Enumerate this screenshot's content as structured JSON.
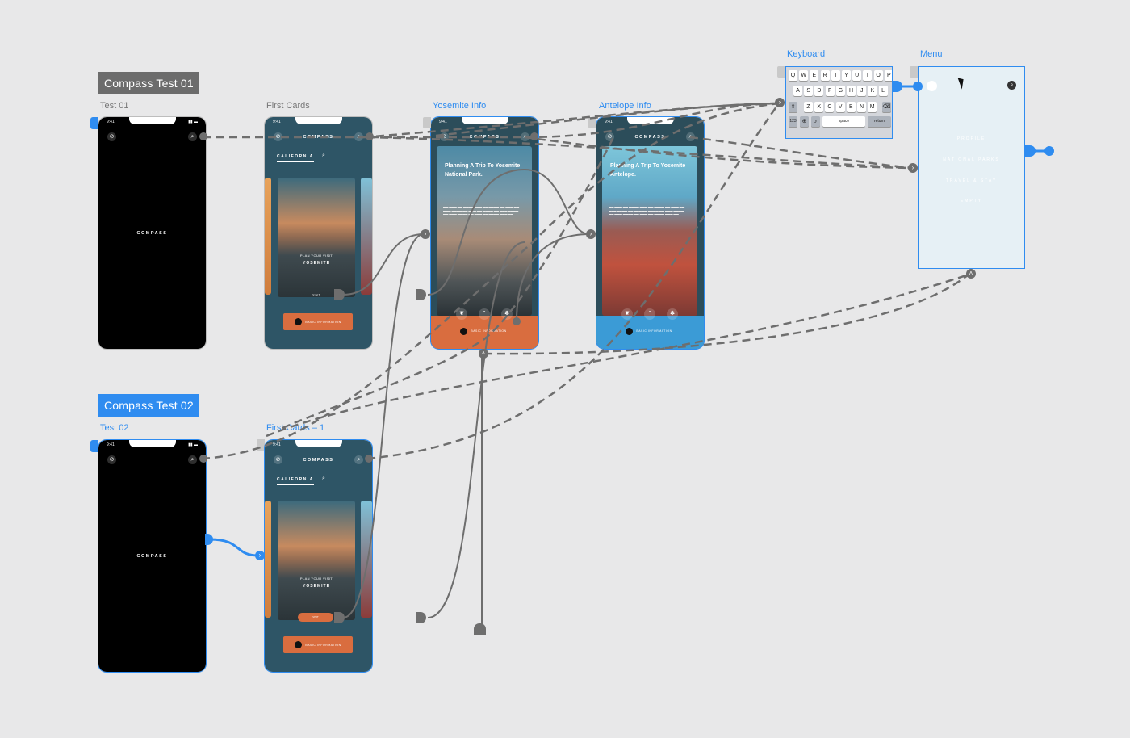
{
  "flows": [
    {
      "label": "Compass Test 01",
      "style": "gray"
    },
    {
      "label": "Compass Test 02",
      "style": "blue"
    }
  ],
  "artboards": {
    "test01": {
      "label": "Test 01",
      "time": "9:41",
      "center": "COMPASS"
    },
    "first_cards": {
      "label": "First Cards",
      "title": "COMPASS",
      "location": "CALIFORNIA",
      "card_kicker": "PLAN YOUR VISIT",
      "card_title": "YOSEMITE",
      "visit": "VISIT",
      "cta": "BASIC INFORMATION",
      "time": "9:41"
    },
    "yosemite_info": {
      "label": "Yosemite Info",
      "title": "COMPASS",
      "heading": "Planning A Trip To Yosemite National Park.",
      "cta": "BASIC INFORMATION",
      "time": "9:41"
    },
    "antelope_info": {
      "label": "Antelope Info",
      "title": "COMPASS",
      "heading": "Planning A Trip To Yosemite Antelope.",
      "cta": "BASIC INFORMATION",
      "time": "9:41"
    },
    "keyboard": {
      "label": "Keyboard",
      "row1": [
        "Q",
        "W",
        "E",
        "R",
        "T",
        "Y",
        "U",
        "I",
        "O",
        "P"
      ],
      "row2": [
        "A",
        "S",
        "D",
        "F",
        "G",
        "H",
        "J",
        "K",
        "L"
      ],
      "row3": [
        "Z",
        "X",
        "C",
        "V",
        "B",
        "N",
        "M"
      ],
      "num_key": "123",
      "space": "space",
      "return": "return"
    },
    "menu": {
      "label": "Menu",
      "items": [
        "PROFILE",
        "NATIONAL PARKS",
        "TRAVEL & STAY",
        "EMPTY"
      ]
    },
    "test02": {
      "label": "Test 02",
      "time": "9:41",
      "center": "COMPASS"
    },
    "first_cards_1": {
      "label": "First Cards – 1",
      "title": "COMPASS",
      "location": "CALIFORNIA",
      "card_kicker": "PLAN YOUR VISIT",
      "card_title": "YOSEMITE",
      "visit": "VISIT",
      "cta": "BASIC INFORMATION",
      "time": "9:41"
    }
  },
  "colors": {
    "accent": "#2f8cf0",
    "wire": "#6e6e6e",
    "orange": "#d96d3f",
    "teal": "#2e5566",
    "sky": "#3b9bd6"
  }
}
